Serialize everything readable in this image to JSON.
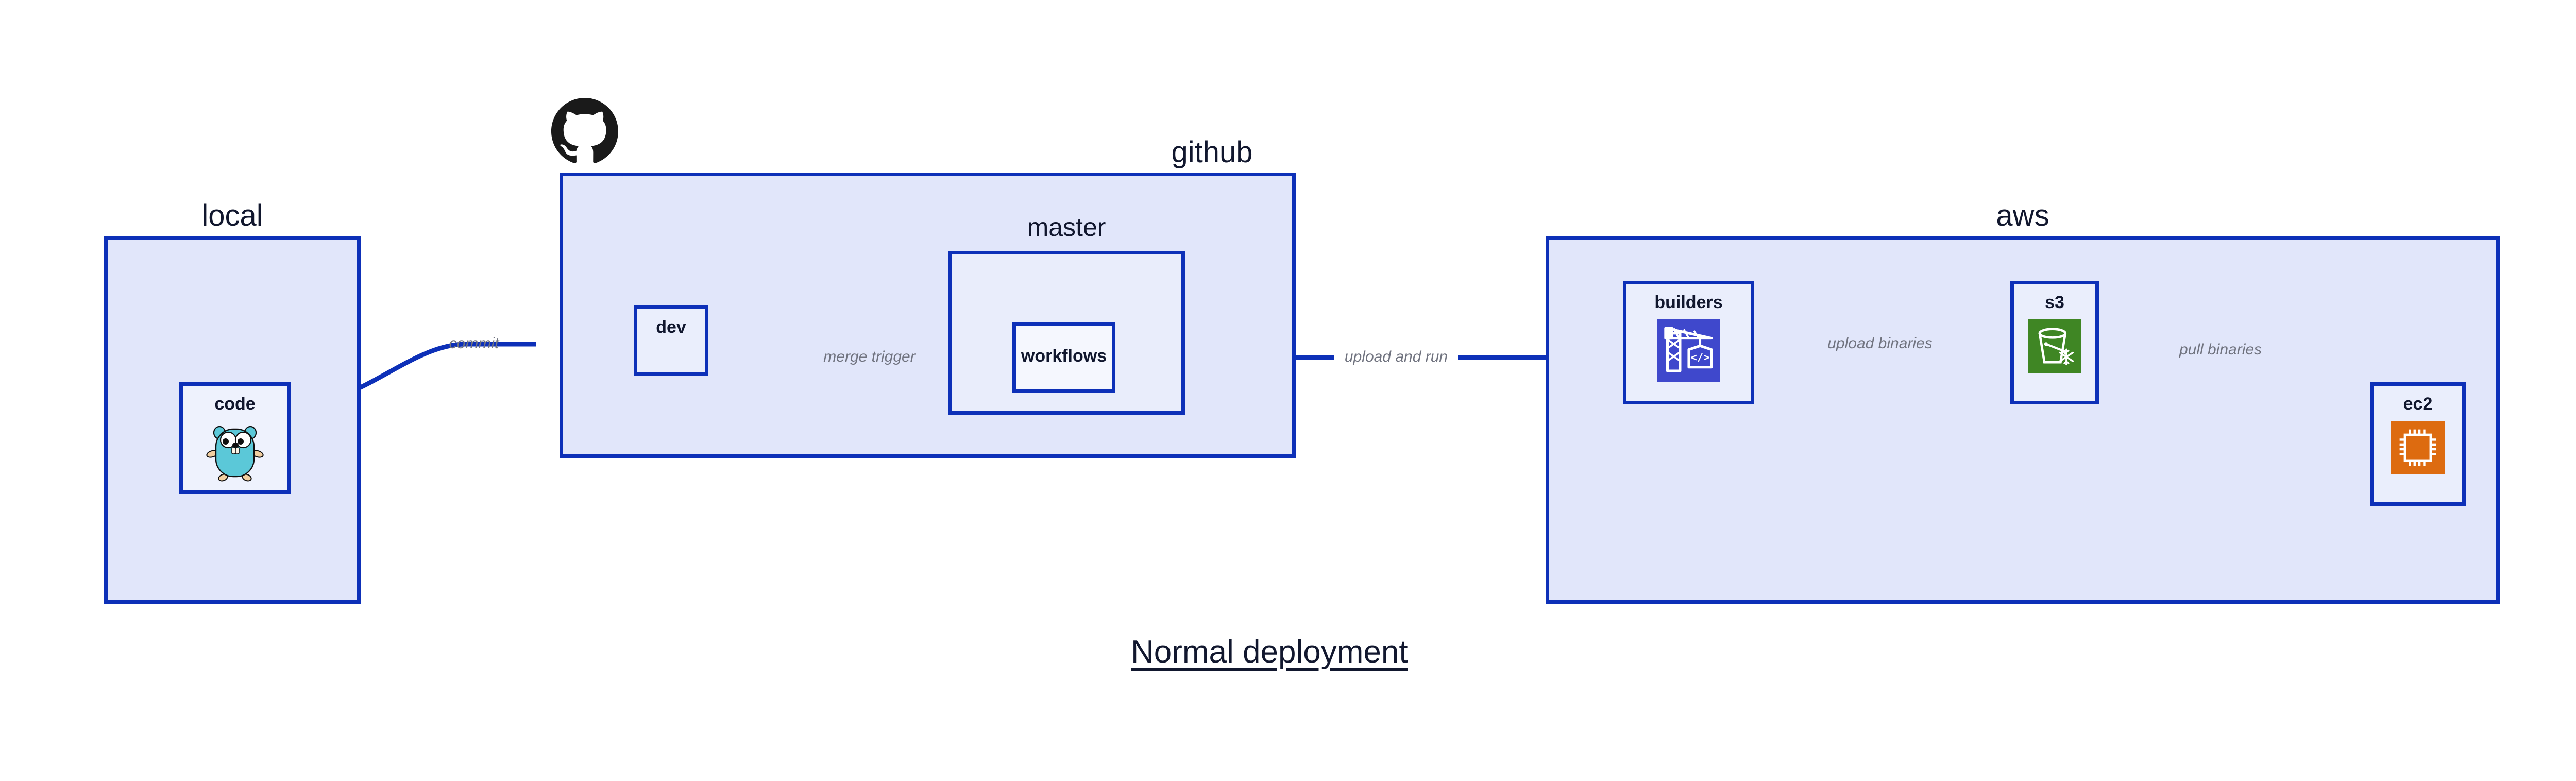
{
  "diagram": {
    "title": "Normal deployment",
    "background": "#ffffff",
    "accent_color": "#0d30b8",
    "group_fill": "#e1e6fa",
    "node_fill": "#eaeefc",
    "label_color": "#11172e",
    "edge_label_color": "#70737f"
  },
  "groups": [
    {
      "id": "local",
      "label": "local",
      "nodes": [
        {
          "id": "code",
          "label": "code",
          "icon": "go-gopher-icon"
        }
      ]
    },
    {
      "id": "github",
      "label": "github",
      "logo": "github-octocat-icon",
      "nodes": [
        {
          "id": "dev",
          "label": "dev",
          "icon": "none"
        }
      ],
      "subgroups": [
        {
          "id": "master",
          "label": "master",
          "nodes": [
            {
              "id": "workflows",
              "label": "workflows",
              "icon": "none"
            }
          ]
        }
      ]
    },
    {
      "id": "aws",
      "label": "aws",
      "nodes": [
        {
          "id": "builders",
          "label": "builders",
          "icon": "aws-codebuild-crane-icon",
          "icon_color": "#3f48cc"
        },
        {
          "id": "s3",
          "label": "s3",
          "icon": "aws-s3-glacier-bucket-icon",
          "icon_color": "#3f8624"
        },
        {
          "id": "ec2",
          "label": "ec2",
          "icon": "aws-ec2-chip-icon",
          "icon_color": "#dd6b10"
        }
      ]
    }
  ],
  "edges": [
    {
      "id": "commit",
      "label": "commit",
      "from": "code",
      "to": "dev"
    },
    {
      "id": "merge-trigger",
      "label": "merge trigger",
      "from": "dev",
      "to": "workflows"
    },
    {
      "id": "upload-and-run",
      "label": "upload and run",
      "from": "workflows",
      "to": "builders"
    },
    {
      "id": "upload-binaries",
      "label": "upload binaries",
      "from": "builders",
      "to": "s3"
    },
    {
      "id": "pull-binaries",
      "label": "pull binaries",
      "from": "s3",
      "to": "ec2"
    }
  ]
}
